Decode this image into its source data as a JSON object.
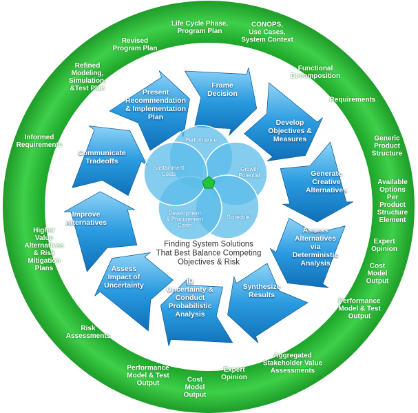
{
  "colors": {
    "ring": "#2fbf3a",
    "ring_dark": "#1a9a25",
    "arrow": "#1f8fd6",
    "arrow_light": "#7cc8f2",
    "venn": "#5bbcea",
    "pentagon": "#22c43a"
  },
  "steps": [
    "Frame\nDecision",
    "Develop\nObjectives &\nMeasures",
    "Generate\nCreative\nAlternatives",
    "Assess\nAlternatives\nvia\nDeterministic\nAnalysis",
    "Synthesize\nResults",
    "ID\nUncertainty &\nConduct\nProbabilistic\nAnalysis",
    "Assess\nImpact of\nUncertainty",
    "Improve\nAlternatives",
    "Communicate\nTradeoffs",
    "Present\nRecommendation\n& Implementation\nPlan"
  ],
  "outer_labels": [
    "Life Cycle Phase,\nProgram Plan",
    "CONOPS,\nUse Cases,\nSystem Context",
    "Functional\nDecomposition",
    "Requirements",
    "Generic\nProduct\nStructure",
    "Available\nOptions Per\nProduct\nStructure\nElement",
    "Expert\nOpinion",
    "Cost\nModel\nOutput",
    "Performance\nModel & Test\nOutput",
    "Aggregated\nStakeholder Value\nAssessments",
    "Expert\nOpinion",
    "Cost\nModel\nOutput",
    "Performance\nModel & Test\nOutput",
    "Risk\nAssessments",
    "Higher\nValue\nAlternatives\n& Risk\nMitigation\nPlans",
    "Informed\nRequirements",
    "Refined\nModeling,\nSimulation,\n&Test Plan",
    "Revised\nProgram Plan"
  ],
  "venn": [
    "Performance",
    "Growth\nPotential",
    "Schedule",
    "Development\n& Procurement\nCosts",
    "Sustainment\nCosts"
  ],
  "center_caption": "Finding System Solutions\nThat Best Balance  Competing\nObjectives & Risk"
}
